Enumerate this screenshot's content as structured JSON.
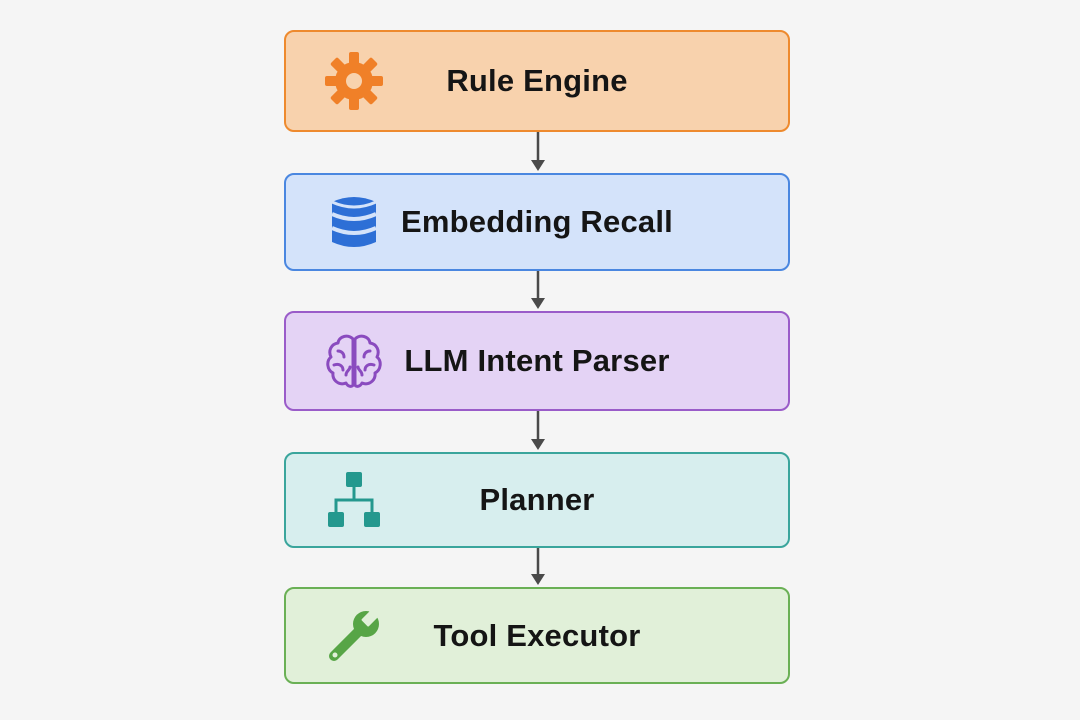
{
  "colors": {
    "background": "#f5f5f5",
    "arrow": "#4a4a4a",
    "rule_engine": {
      "fill": "#f8d2ad",
      "border": "#ee8a2e",
      "icon": "#f08028"
    },
    "embedding_recall": {
      "fill": "#d4e3fa",
      "border": "#4a87e0",
      "icon": "#2d6fd6"
    },
    "llm_intent_parser": {
      "fill": "#e4d3f5",
      "border": "#9a5cc9",
      "icon": "#8a4bbf"
    },
    "planner": {
      "fill": "#d7eeee",
      "border": "#3aa59c",
      "icon": "#24988e"
    },
    "tool_executor": {
      "fill": "#e1f0d9",
      "border": "#6ab055",
      "icon": "#57a546"
    }
  },
  "stages": [
    {
      "label": "Rule Engine",
      "icon": "gear-icon"
    },
    {
      "label": "Embedding Recall",
      "icon": "database-icon"
    },
    {
      "label": "LLM Intent Parser",
      "icon": "brain-icon"
    },
    {
      "label": "Planner",
      "icon": "hierarchy-icon"
    },
    {
      "label": "Tool Executor",
      "icon": "wrench-icon"
    }
  ]
}
